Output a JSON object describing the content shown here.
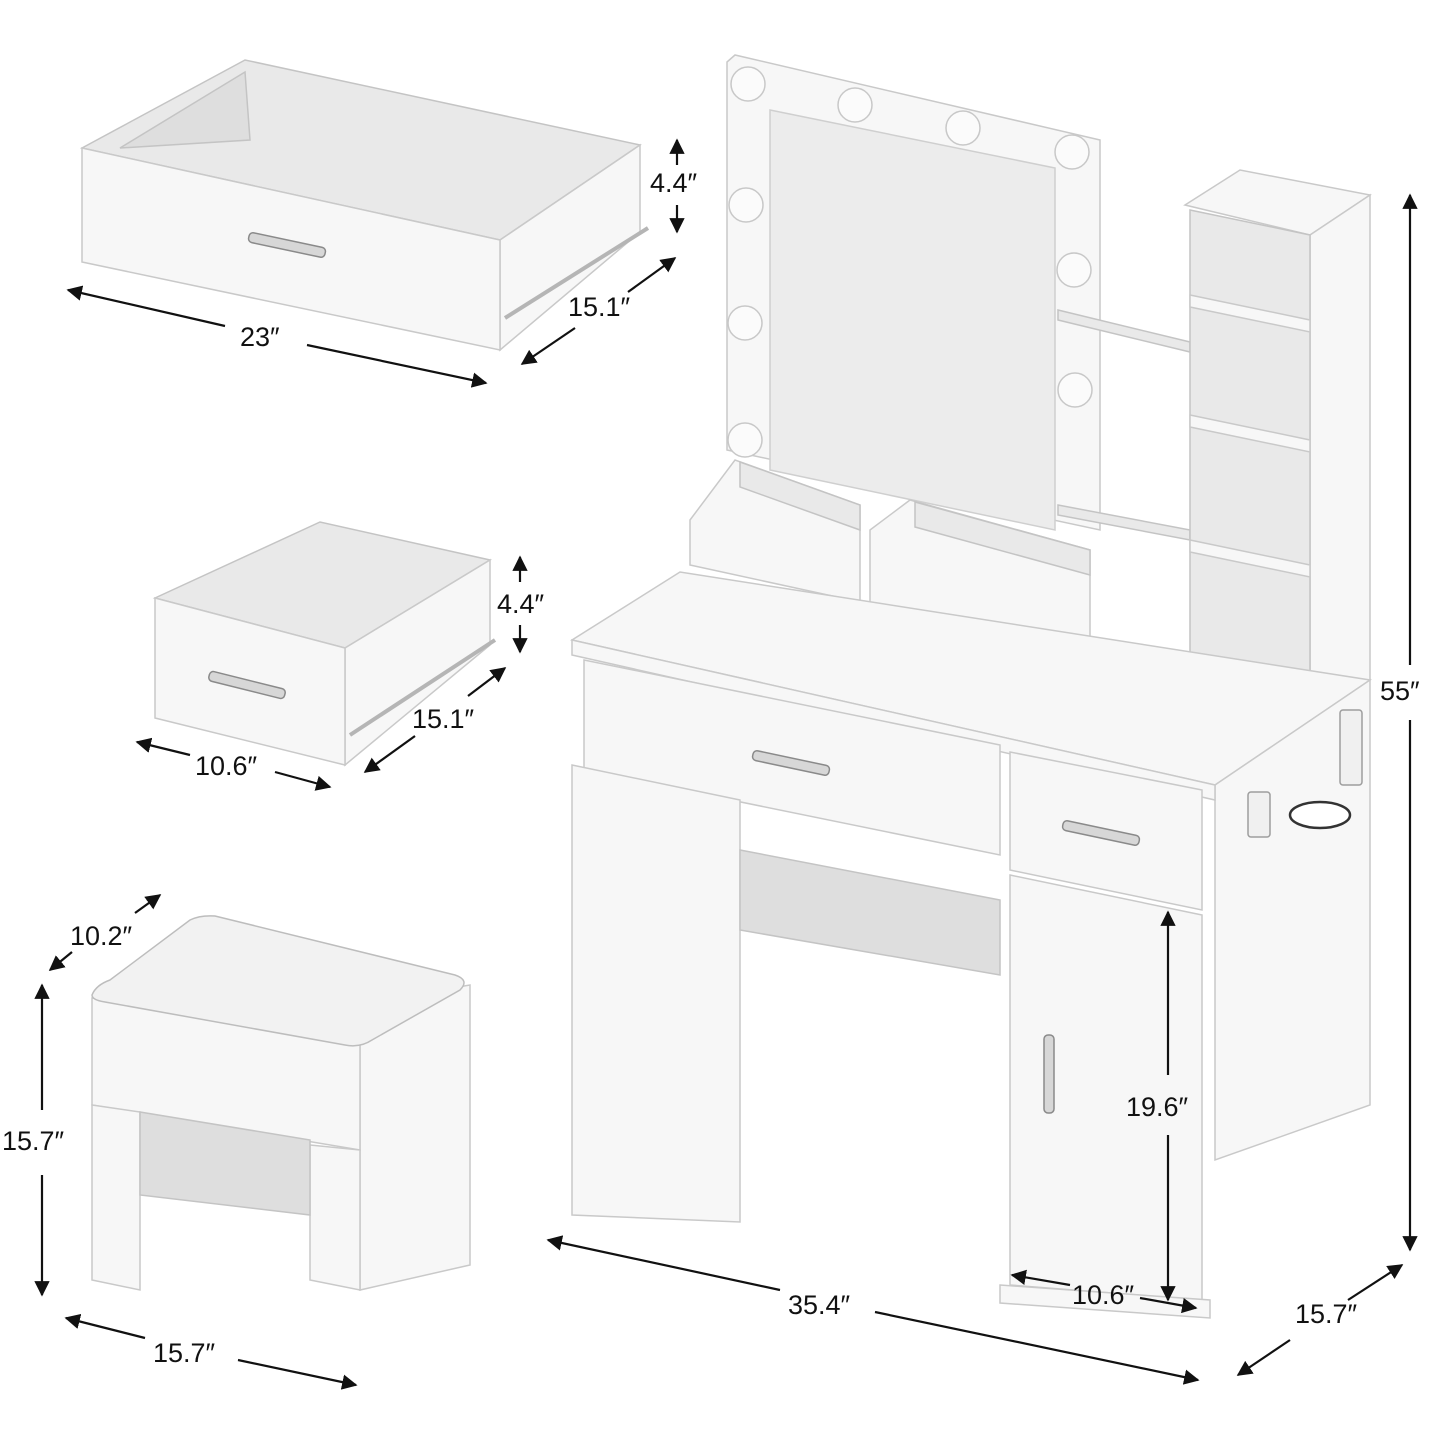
{
  "dimensions": {
    "large_drawer": {
      "height": "4.4″",
      "depth": "15.1″",
      "width": "23″"
    },
    "small_drawer": {
      "height": "4.4″",
      "depth": "15.1″",
      "width": "10.6″"
    },
    "stool": {
      "depth": "10.2″",
      "height": "15.7″",
      "width": "15.7″"
    },
    "vanity": {
      "total_height": "55″",
      "cabinet_height": "19.6″",
      "cabinet_width": "10.6″",
      "total_width": "35.4″",
      "depth": "15.7″"
    }
  },
  "colors": {
    "furniture": "#f7f7f7",
    "outline": "#c9c9c9",
    "text": "#111111"
  }
}
